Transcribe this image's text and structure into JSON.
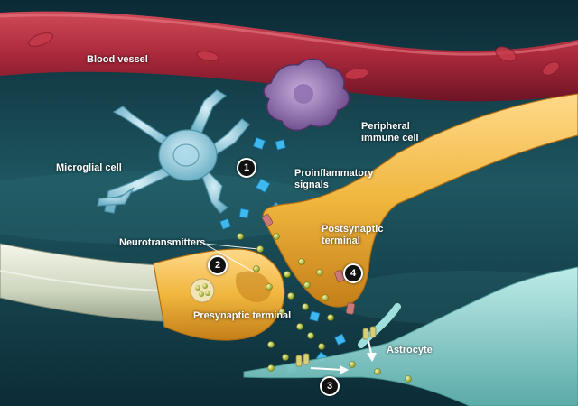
{
  "labels": {
    "blood_vessel": "Blood vessel",
    "peripheral_immune_cell": "Peripheral\nimmune cell",
    "microglial_cell": "Microglial cell",
    "proinflammatory_signals": "Proinflammatory\nsignals",
    "neurotransmitters": "Neurotransmitters",
    "postsynaptic_terminal": "Postsynaptic\nterminal",
    "presynaptic_terminal": "Presynaptic terminal",
    "astrocyte": "Astrocyte"
  },
  "markers": [
    "1",
    "2",
    "3",
    "4"
  ],
  "colors": {
    "background": "#0e3440",
    "blood_vessel": "#b32a3c",
    "immune_cell": "#8a6aa6",
    "microglia": "#8ec9dc",
    "neuron": "#f0b63e",
    "axon_sheath": "#d9dfc8",
    "astrocyte": "#9fe0dc",
    "signal": "#3fb8f0",
    "neurotransmitter": "#b7c93a",
    "receptor": "#c97a7a"
  }
}
